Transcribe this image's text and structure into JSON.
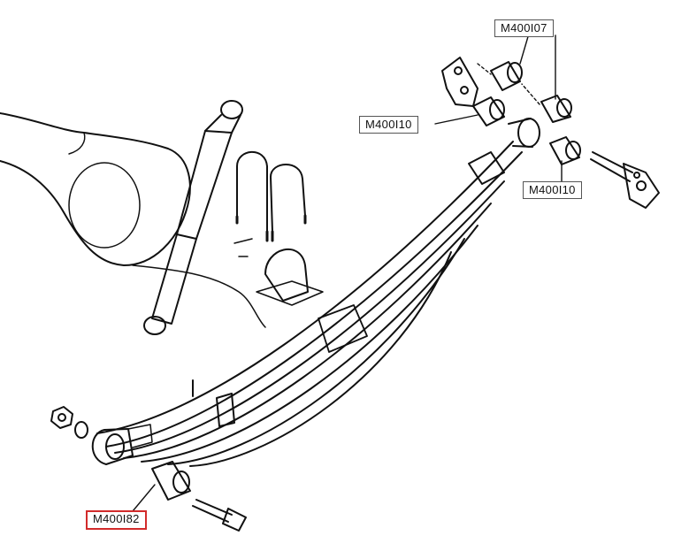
{
  "labels": {
    "top_right": "M400I07",
    "middle": "M400I10",
    "right": "M400I10",
    "bottom_left": "M400I82"
  },
  "colors": {
    "line": "#111111",
    "highlight": "#d22b2b",
    "background": "#ffffff"
  }
}
